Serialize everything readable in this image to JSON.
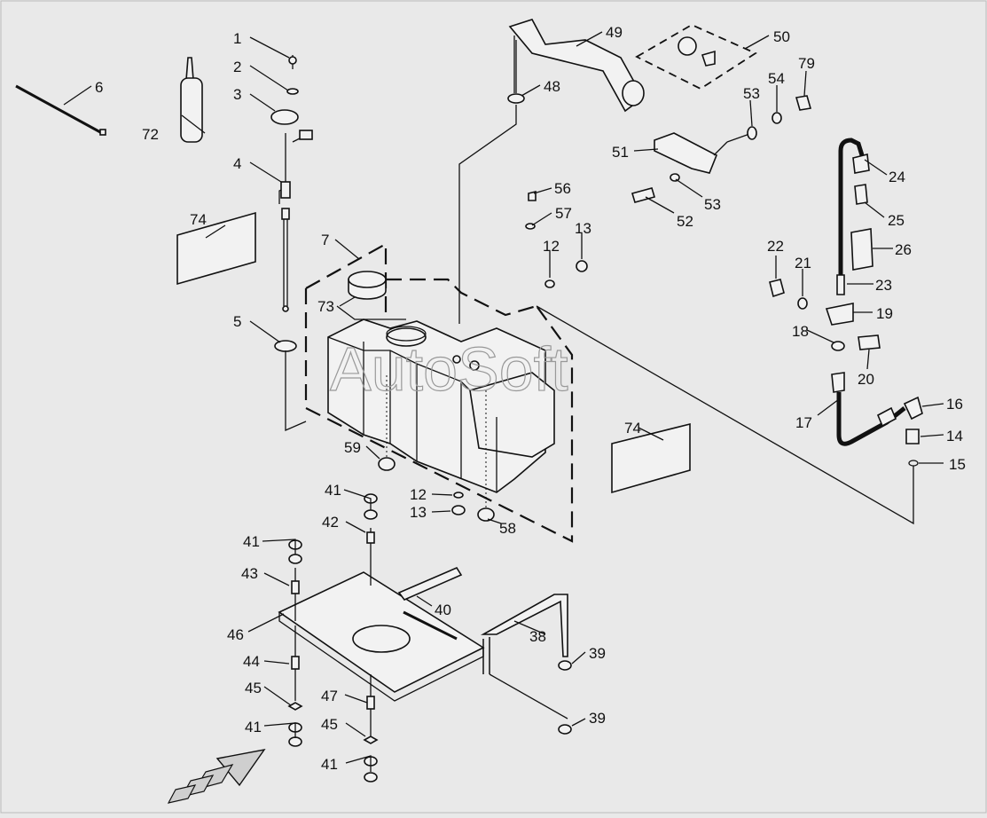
{
  "diagram": {
    "watermark": "AutoSoft",
    "callouts": [
      {
        "id": "c1",
        "text": "1"
      },
      {
        "id": "c2",
        "text": "2"
      },
      {
        "id": "c3",
        "text": "3"
      },
      {
        "id": "c4",
        "text": "4"
      },
      {
        "id": "c5",
        "text": "5"
      },
      {
        "id": "c6",
        "text": "6"
      },
      {
        "id": "c7",
        "text": "7"
      },
      {
        "id": "c12a",
        "text": "12"
      },
      {
        "id": "c12b",
        "text": "12"
      },
      {
        "id": "c13a",
        "text": "13"
      },
      {
        "id": "c13b",
        "text": "13"
      },
      {
        "id": "c14",
        "text": "14"
      },
      {
        "id": "c15",
        "text": "15"
      },
      {
        "id": "c16",
        "text": "16"
      },
      {
        "id": "c17",
        "text": "17"
      },
      {
        "id": "c18",
        "text": "18"
      },
      {
        "id": "c19",
        "text": "19"
      },
      {
        "id": "c20",
        "text": "20"
      },
      {
        "id": "c21",
        "text": "21"
      },
      {
        "id": "c22",
        "text": "22"
      },
      {
        "id": "c23",
        "text": "23"
      },
      {
        "id": "c24",
        "text": "24"
      },
      {
        "id": "c25",
        "text": "25"
      },
      {
        "id": "c26",
        "text": "26"
      },
      {
        "id": "c38",
        "text": "38"
      },
      {
        "id": "c39a",
        "text": "39"
      },
      {
        "id": "c39b",
        "text": "39"
      },
      {
        "id": "c40",
        "text": "40"
      },
      {
        "id": "c41a",
        "text": "41"
      },
      {
        "id": "c41b",
        "text": "41"
      },
      {
        "id": "c41c",
        "text": "41"
      },
      {
        "id": "c41d",
        "text": "41"
      },
      {
        "id": "c42",
        "text": "42"
      },
      {
        "id": "c43",
        "text": "43"
      },
      {
        "id": "c44",
        "text": "44"
      },
      {
        "id": "c45a",
        "text": "45"
      },
      {
        "id": "c45b",
        "text": "45"
      },
      {
        "id": "c46",
        "text": "46"
      },
      {
        "id": "c47",
        "text": "47"
      },
      {
        "id": "c48",
        "text": "48"
      },
      {
        "id": "c49",
        "text": "49"
      },
      {
        "id": "c50",
        "text": "50"
      },
      {
        "id": "c51",
        "text": "51"
      },
      {
        "id": "c52",
        "text": "52"
      },
      {
        "id": "c53a",
        "text": "53"
      },
      {
        "id": "c53b",
        "text": "53"
      },
      {
        "id": "c54",
        "text": "54"
      },
      {
        "id": "c56",
        "text": "56"
      },
      {
        "id": "c57",
        "text": "57"
      },
      {
        "id": "c58",
        "text": "58"
      },
      {
        "id": "c59",
        "text": "59"
      },
      {
        "id": "c72",
        "text": "72"
      },
      {
        "id": "c73",
        "text": "73"
      },
      {
        "id": "c74a",
        "text": "74"
      },
      {
        "id": "c74b",
        "text": "74"
      },
      {
        "id": "c79",
        "text": "79"
      }
    ]
  }
}
